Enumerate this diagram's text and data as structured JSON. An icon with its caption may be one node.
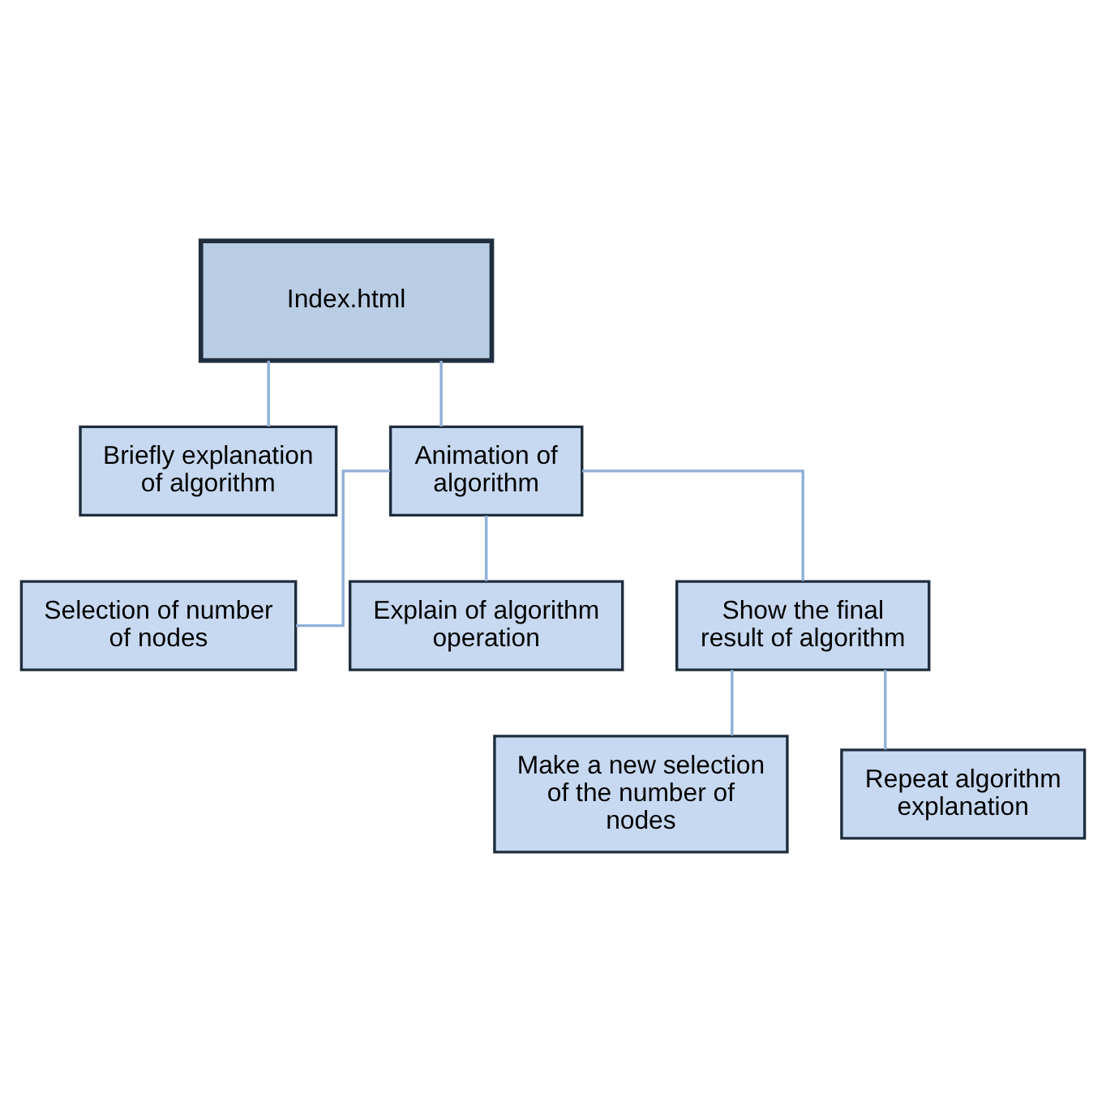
{
  "diagram": {
    "nodes": [
      {
        "text": [
          "Index.html"
        ]
      },
      {
        "text": [
          "Briefly explanation of algorithm"
        ]
      },
      {
        "text": [
          "Animation of algorithm"
        ]
      },
      {
        "text": [
          "Selection of number of nodes"
        ]
      },
      {
        "text": [
          "Explain of algorithm operation"
        ]
      },
      {
        "text": [
          "Show the final result of algorithm"
        ]
      },
      {
        "text": [
          "Make a new selection of the number of nodes"
        ]
      },
      {
        "text": [
          "Repeat algorithm explanation"
        ]
      }
    ],
    "edges": [
      {
        "from": 0,
        "to": 1,
        "arrow": "none"
      },
      {
        "from": 0,
        "to": 2,
        "arrow": "none"
      },
      {
        "from": 2,
        "to": 3,
        "arrow": "none"
      },
      {
        "from": 2,
        "to": 4,
        "arrow": "none"
      },
      {
        "from": 2,
        "to": 5,
        "arrow": "none"
      },
      {
        "from": 5,
        "to": 6,
        "arrow": "none"
      },
      {
        "from": 5,
        "to": 7,
        "arrow": "none"
      }
    ]
  }
}
